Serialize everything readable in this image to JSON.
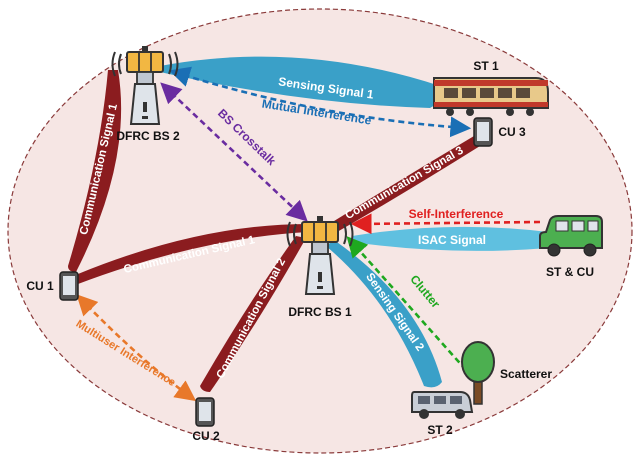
{
  "colors": {
    "background_ellipse": "#f6e6e4",
    "ellipse_border": "#8a3a3a",
    "communication": "#8b1c1f",
    "sensing": "#3aa0c8",
    "isac": "#5fc0e0",
    "mutual_interference": "#1a6fb5",
    "bs_crosstalk": "#6a2ca0",
    "multiuser_interference": "#e8782a",
    "self_interference": "#e02020",
    "clutter": "#1fa81f"
  },
  "nodes": {
    "bs1": {
      "label": "DFRC BS 1",
      "icon": "base-station-icon"
    },
    "bs2": {
      "label": "DFRC BS 2",
      "icon": "base-station-icon"
    },
    "cu1": {
      "label": "CU 1",
      "icon": "phone-icon"
    },
    "cu2": {
      "label": "CU 2",
      "icon": "phone-icon"
    },
    "cu3": {
      "label": "CU 3",
      "icon": "phone-icon"
    },
    "st1": {
      "label": "ST 1",
      "icon": "train-icon"
    },
    "st2": {
      "label": "ST 2",
      "icon": "van-icon"
    },
    "stcu": {
      "label": "ST & CU",
      "icon": "car-icon"
    },
    "scatterer": {
      "label": "Scatterer",
      "icon": "tree-icon"
    }
  },
  "beams": {
    "sensing1": "Sensing Signal 1",
    "sensing2": "Sensing Signal 2",
    "isac": "ISAC Signal",
    "comm1_bs2": "Communication Signal 1",
    "comm1_bs1": "Communication Signal 1",
    "comm2_bs1": "Communication Signal 2",
    "comm3_bs1": "Communication Signal 3"
  },
  "interference": {
    "mutual": "Mutual Interference",
    "bs_crosstalk": "BS Crosstalk",
    "multiuser": "Multiuser Interference",
    "self": "Self-Interference",
    "clutter": "Clutter"
  }
}
